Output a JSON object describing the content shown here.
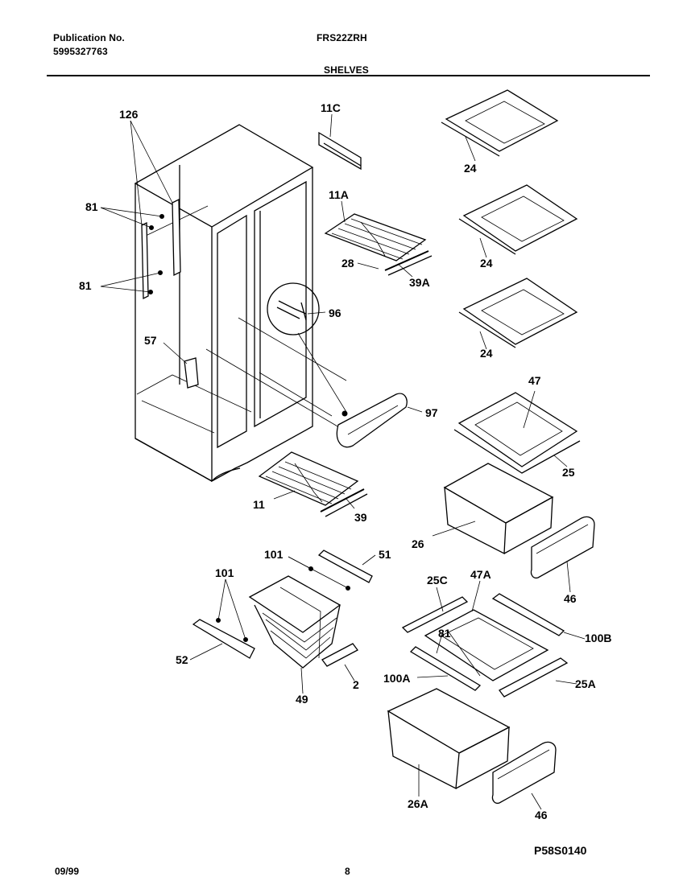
{
  "header": {
    "publication_label": "Publication No.",
    "publication_number": "5995327763",
    "model": "FRS22ZRH",
    "section": "SHELVES"
  },
  "footer": {
    "date": "09/99",
    "page": "8",
    "diagram_code": "P58S0140"
  },
  "callouts": [
    "126",
    "11C",
    "24",
    "81",
    "11A",
    "24",
    "81",
    "28",
    "39A",
    "96",
    "24",
    "57",
    "47",
    "97",
    "25",
    "11",
    "39",
    "26",
    "101",
    "51",
    "101",
    "46",
    "25C",
    "47A",
    "81",
    "100B",
    "52",
    "2",
    "100A",
    "25A",
    "49",
    "26A",
    "46"
  ]
}
